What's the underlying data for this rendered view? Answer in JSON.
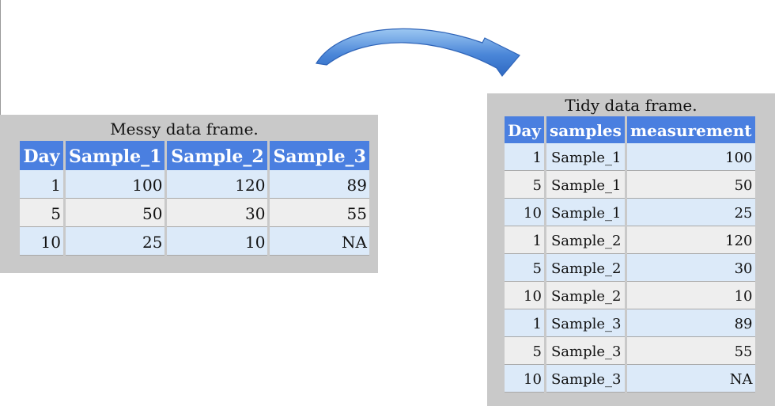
{
  "messy": {
    "caption": "Messy data frame.",
    "headers": [
      "Day",
      "Sample_1",
      "Sample_2",
      "Sample_3"
    ],
    "rows": [
      [
        "1",
        "100",
        "120",
        "89"
      ],
      [
        "5",
        "50",
        "30",
        "55"
      ],
      [
        "10",
        "25",
        "10",
        "NA"
      ]
    ]
  },
  "tidy": {
    "caption": "Tidy data frame.",
    "headers": [
      "Day",
      "samples",
      "measurement"
    ],
    "rows": [
      [
        "1",
        "Sample_1",
        "100"
      ],
      [
        "5",
        "Sample_1",
        "50"
      ],
      [
        "10",
        "Sample_1",
        "25"
      ],
      [
        "1",
        "Sample_2",
        "120"
      ],
      [
        "5",
        "Sample_2",
        "30"
      ],
      [
        "10",
        "Sample_2",
        "10"
      ],
      [
        "1",
        "Sample_3",
        "89"
      ],
      [
        "5",
        "Sample_3",
        "55"
      ],
      [
        "10",
        "Sample_3",
        "NA"
      ]
    ]
  },
  "colors": {
    "header_bg": "#4a7fe0",
    "row_odd": "#dceaf9",
    "row_even": "#eeeeee",
    "panel_bg": "#c9c9c9",
    "arrow": "#4a86d8"
  },
  "icons": {
    "transform_arrow": "curved-arrow-icon"
  }
}
